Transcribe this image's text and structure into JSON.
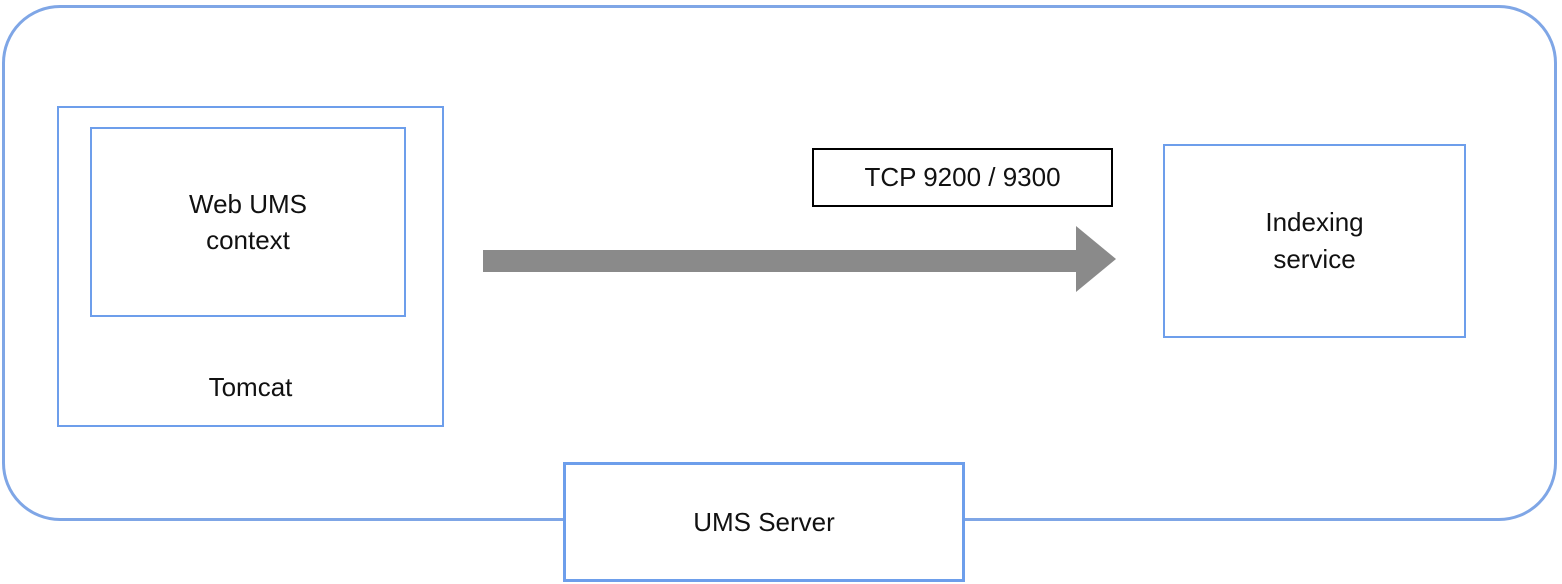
{
  "diagram": {
    "title_box": {
      "label": "UMS Server"
    },
    "nodes": {
      "tomcat": {
        "label": "Tomcat"
      },
      "web_ums_context": {
        "label": "Web UMS\ncontext"
      },
      "indexing_service": {
        "label": "Indexing\nservice"
      }
    },
    "connector": {
      "label": "TCP 9200 / 9300",
      "direction": "left-to-right",
      "from": "Web UMS context (Tomcat)",
      "to": "Indexing service"
    },
    "colors": {
      "box_border_blue": "#6d9eeb",
      "outer_border_blue": "#7fa6e6",
      "arrow_gray": "#8a8a8a",
      "label_border_black": "#000000",
      "text": "#111111",
      "background": "#ffffff"
    }
  }
}
